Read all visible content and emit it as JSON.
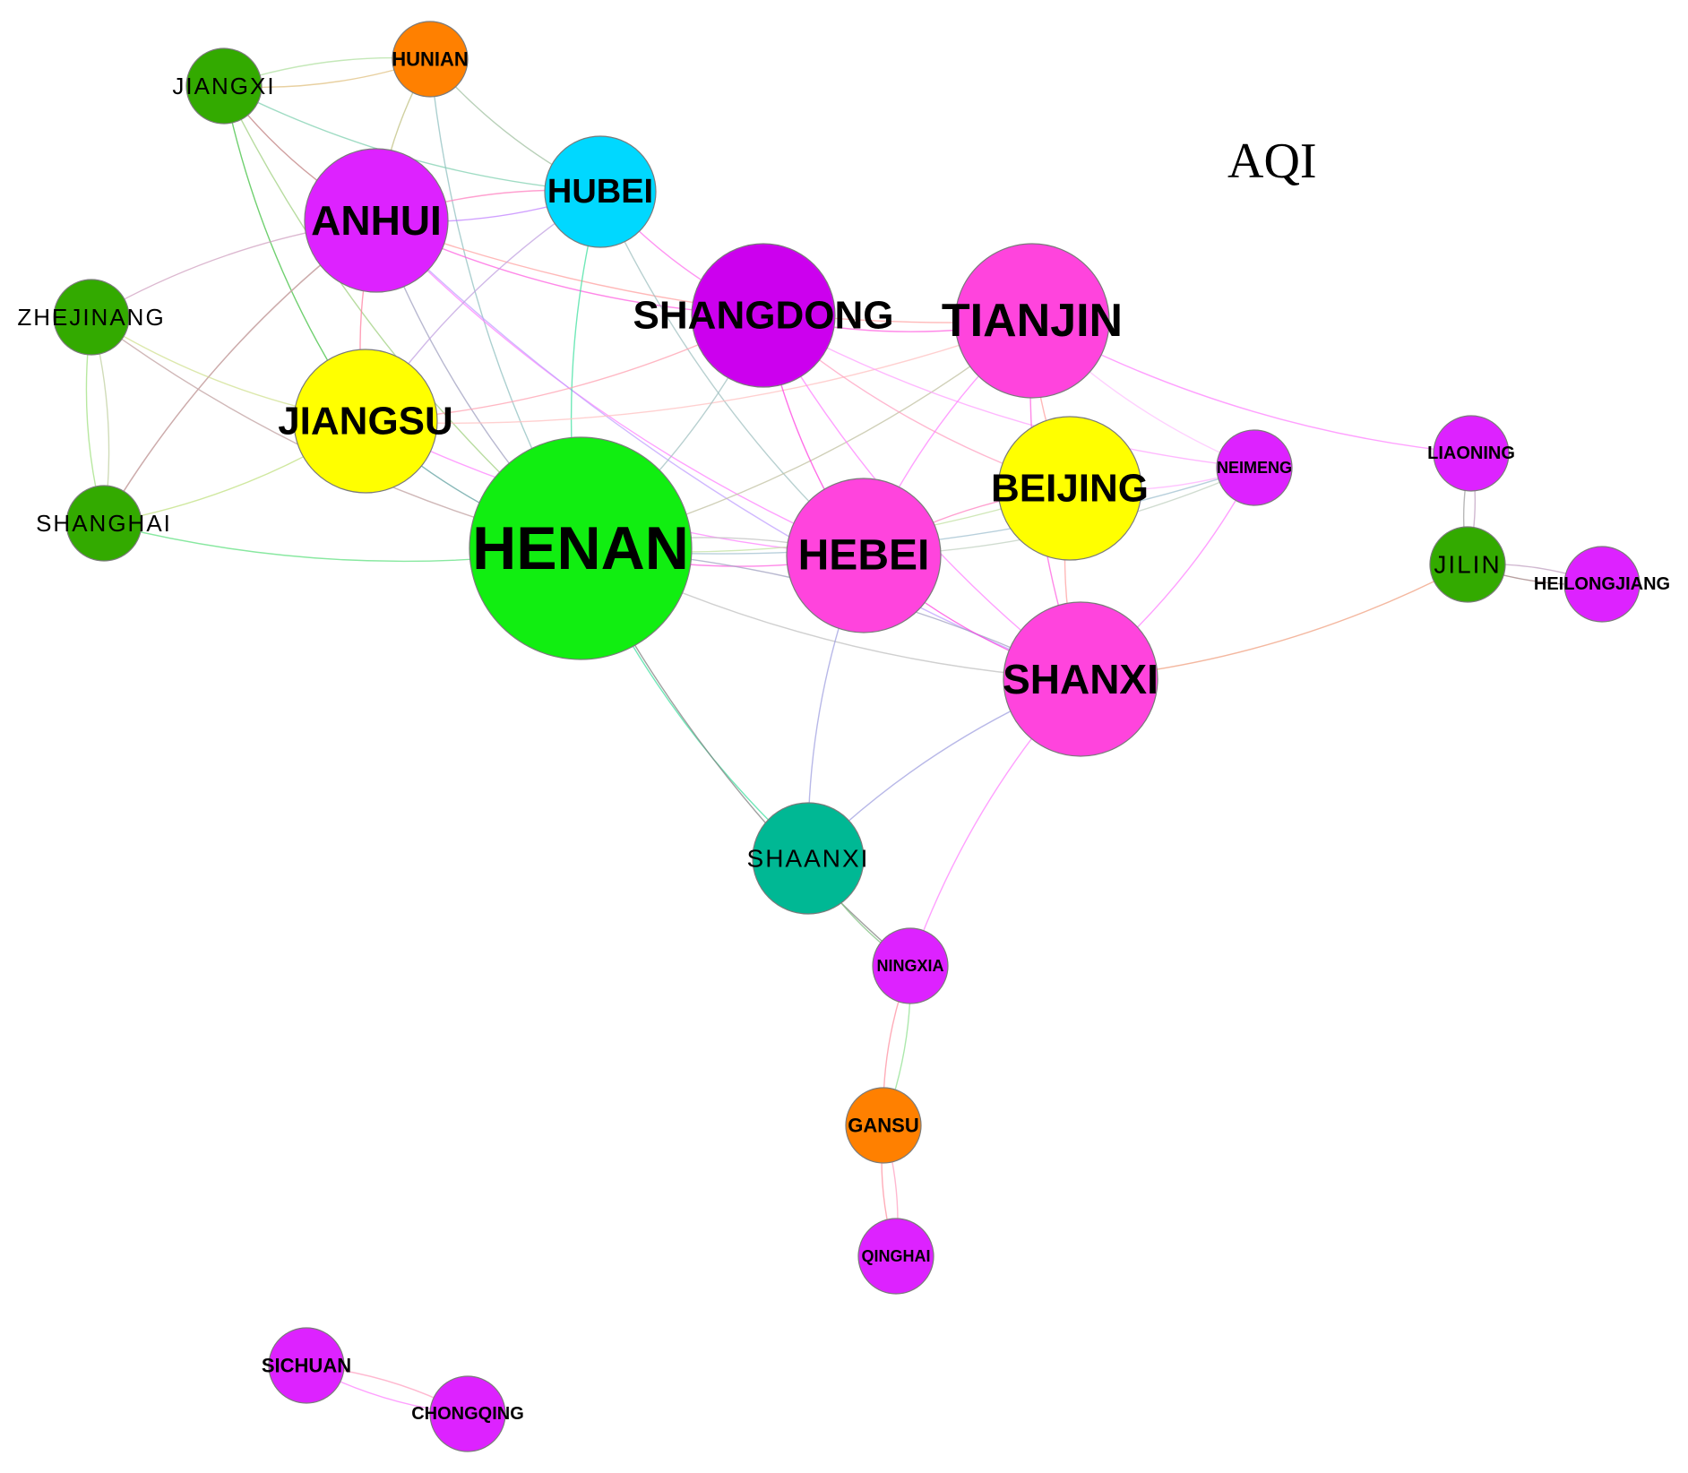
{
  "title": "AQI",
  "nodes": [
    {
      "id": "jiangxi",
      "label": "JIANGXI",
      "color": "#33aa00",
      "size": 1
    },
    {
      "id": "hunian",
      "label": "HUNIAN",
      "color": "#ff8000",
      "size": 1
    },
    {
      "id": "anhui",
      "label": "ANHUI",
      "color": "#dd22ff",
      "size": 3
    },
    {
      "id": "hubei",
      "label": "HUBEI",
      "color": "#00d8ff",
      "size": 2
    },
    {
      "id": "zhejinang",
      "label": "ZHEJINANG",
      "color": "#33aa00",
      "size": 1
    },
    {
      "id": "jiangsu",
      "label": "JIANGSU",
      "color": "#ffff00",
      "size": 3
    },
    {
      "id": "shanghai",
      "label": "SHANGHAI",
      "color": "#33aa00",
      "size": 1
    },
    {
      "id": "henan",
      "label": "HENAN",
      "color": "#11ee11",
      "size": 5
    },
    {
      "id": "shangdong",
      "label": "SHANGDONG",
      "color": "#cc00ee",
      "size": 3
    },
    {
      "id": "tianjin",
      "label": "TIANJIN",
      "color": "#ff44dd",
      "size": 4
    },
    {
      "id": "beijing",
      "label": "BEIJING",
      "color": "#ffff00",
      "size": 3
    },
    {
      "id": "hebei",
      "label": "HEBEI",
      "color": "#ff44dd",
      "size": 4
    },
    {
      "id": "shanxi",
      "label": "SHANXI",
      "color": "#ff44dd",
      "size": 4
    },
    {
      "id": "neimeng",
      "label": "NEIMENG",
      "color": "#dd22ff",
      "size": 1
    },
    {
      "id": "liaoning",
      "label": "LIAONING",
      "color": "#dd22ff",
      "size": 1
    },
    {
      "id": "jilin",
      "label": "JILIN",
      "color": "#33aa00",
      "size": 1
    },
    {
      "id": "heilongjiang",
      "label": "HEILONGJIANG",
      "color": "#dd22ff",
      "size": 1
    },
    {
      "id": "shaanxi",
      "label": "SHAANXI",
      "color": "#00b894",
      "size": 2
    },
    {
      "id": "ningxia",
      "label": "NINGXIA",
      "color": "#dd22ff",
      "size": 1
    },
    {
      "id": "gansu",
      "label": "GANSU",
      "color": "#ff8000",
      "size": 1
    },
    {
      "id": "qinghai",
      "label": "QINGHAI",
      "color": "#dd22ff",
      "size": 1
    },
    {
      "id": "sichuan",
      "label": "SICHUAN",
      "color": "#dd22ff",
      "size": 1
    },
    {
      "id": "chongqing",
      "label": "CHONGQING",
      "color": "#dd22ff",
      "size": 1
    }
  ],
  "edges": [
    [
      "jiangxi",
      "hunian",
      "#e0c080"
    ],
    [
      "jiangxi",
      "hunian",
      "#b0e0a0"
    ],
    [
      "jiangxi",
      "anhui",
      "#c08080"
    ],
    [
      "jiangxi",
      "hubei",
      "#80d0b0"
    ],
    [
      "jiangxi",
      "jiangsu",
      "#40c040"
    ],
    [
      "jiangxi",
      "henan",
      "#a0d080"
    ],
    [
      "hunian",
      "hubei",
      "#a0c0a0"
    ],
    [
      "hunian",
      "anhui",
      "#c0c080"
    ],
    [
      "hunian",
      "henan",
      "#90c0c0"
    ],
    [
      "anhui",
      "hubei",
      "#c080ff"
    ],
    [
      "anhui",
      "hubei",
      "#ff80c0"
    ],
    [
      "anhui",
      "jiangsu",
      "#ff80a0"
    ],
    [
      "anhui",
      "zhejinang",
      "#d0a0c0"
    ],
    [
      "anhui",
      "shanghai",
      "#b08080"
    ],
    [
      "anhui",
      "henan",
      "#a0a0c0"
    ],
    [
      "anhui",
      "shangdong",
      "#ff60e0"
    ],
    [
      "anhui",
      "hebei",
      "#ff80ff"
    ],
    [
      "anhui",
      "tianjin",
      "#ffa0a0"
    ],
    [
      "anhui",
      "shanxi",
      "#c0a0ff"
    ],
    [
      "hubei",
      "henan",
      "#40e0a0"
    ],
    [
      "hubei",
      "shangdong",
      "#ff70ee"
    ],
    [
      "hubei",
      "jiangsu",
      "#c0a0e0"
    ],
    [
      "hubei",
      "hebei",
      "#a0c0c0"
    ],
    [
      "zhejinang",
      "shanghai",
      "#a0e080"
    ],
    [
      "zhejinang",
      "shanghai",
      "#c0d0a0"
    ],
    [
      "zhejinang",
      "jiangsu",
      "#d0e090"
    ],
    [
      "zhejinang",
      "henan",
      "#c0a0a0"
    ],
    [
      "shanghai",
      "jiangsu",
      "#c0e080"
    ],
    [
      "shanghai",
      "henan",
      "#60e080"
    ],
    [
      "shanghai",
      "anhui",
      "#d0b0b0"
    ],
    [
      "jiangsu",
      "henan",
      "#60a0a0"
    ],
    [
      "jiangsu",
      "shangdong",
      "#ffa0b0"
    ],
    [
      "jiangsu",
      "tianjin",
      "#ffc0c0"
    ],
    [
      "jiangsu",
      "hebei",
      "#ff80ff"
    ],
    [
      "henan",
      "shangdong",
      "#a0c0c0"
    ],
    [
      "henan",
      "hebei",
      "#ff60e0"
    ],
    [
      "henan",
      "hebei",
      "#c0c0c0"
    ],
    [
      "henan",
      "beijing",
      "#c0e0a0"
    ],
    [
      "henan",
      "shanxi",
      "#c0c0c0"
    ],
    [
      "henan",
      "shanxi",
      "#a0a0c0"
    ],
    [
      "henan",
      "neimeng",
      "#a0c0d0"
    ],
    [
      "henan",
      "shaanxi",
      "#40e0a0"
    ],
    [
      "henan",
      "ningxia",
      "#808080"
    ],
    [
      "henan",
      "tianjin",
      "#c0c0a0"
    ],
    [
      "shangdong",
      "tianjin",
      "#ff60e0"
    ],
    [
      "shangdong",
      "hebei",
      "#ff40e0"
    ],
    [
      "shangdong",
      "beijing",
      "#ffa0c0"
    ],
    [
      "shangdong",
      "shanxi",
      "#ff80ff"
    ],
    [
      "shangdong",
      "neimeng",
      "#ffa0ff"
    ],
    [
      "tianjin",
      "beijing",
      "#ffa0a0"
    ],
    [
      "tianjin",
      "hebei",
      "#ff80ff"
    ],
    [
      "tianjin",
      "shanxi",
      "#ff60e0"
    ],
    [
      "tianjin",
      "liaoning",
      "#ff80ff"
    ],
    [
      "tianjin",
      "neimeng",
      "#ffc0ff"
    ],
    [
      "beijing",
      "hebei",
      "#ff80c0"
    ],
    [
      "beijing",
      "shanxi",
      "#ffa0a0"
    ],
    [
      "beijing",
      "neimeng",
      "#ffb0ff"
    ],
    [
      "hebei",
      "shanxi",
      "#ff40e0"
    ],
    [
      "hebei",
      "shaanxi",
      "#a0a0e0"
    ],
    [
      "hebei",
      "neimeng",
      "#c0d0c0"
    ],
    [
      "shanxi",
      "neimeng",
      "#ff80ff"
    ],
    [
      "shanxi",
      "shaanxi",
      "#a0a0e0"
    ],
    [
      "shanxi",
      "ningxia",
      "#ff80ff"
    ],
    [
      "shanxi",
      "jilin",
      "#f0a080"
    ],
    [
      "liaoning",
      "jilin",
      "#a0a0a0"
    ],
    [
      "liaoning",
      "jilin",
      "#c0a0c0"
    ],
    [
      "jilin",
      "heilongjiang",
      "#a08080"
    ],
    [
      "jilin",
      "heilongjiang",
      "#c0a0c0"
    ],
    [
      "shaanxi",
      "ningxia",
      "#80c080"
    ],
    [
      "ningxia",
      "gansu",
      "#ff90a0"
    ],
    [
      "ningxia",
      "gansu",
      "#90e090"
    ],
    [
      "gansu",
      "qinghai",
      "#ff90a0"
    ],
    [
      "gansu",
      "qinghai",
      "#ffa0c0"
    ],
    [
      "sichuan",
      "chongqing",
      "#ff80ff"
    ],
    [
      "sichuan",
      "chongqing",
      "#ffa0c0"
    ]
  ]
}
